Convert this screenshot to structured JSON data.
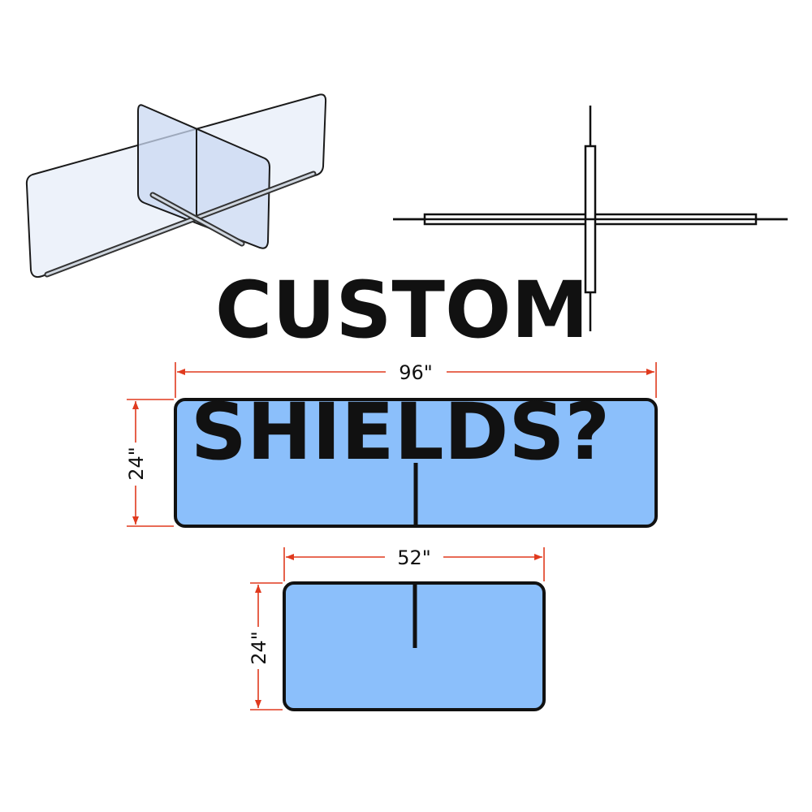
{
  "headline": {
    "line1": "CUSTOM",
    "line2": "SHIELDS?"
  },
  "panels": [
    {
      "width_label": "96\"",
      "height_label": "24\""
    },
    {
      "width_label": "52\"",
      "height_label": "24\""
    }
  ],
  "colors": {
    "panel_fill": "#8BBFFB",
    "dimension_line": "#E03A1E",
    "outline": "#111111",
    "acrylic_tint": "#D9E4F7"
  }
}
